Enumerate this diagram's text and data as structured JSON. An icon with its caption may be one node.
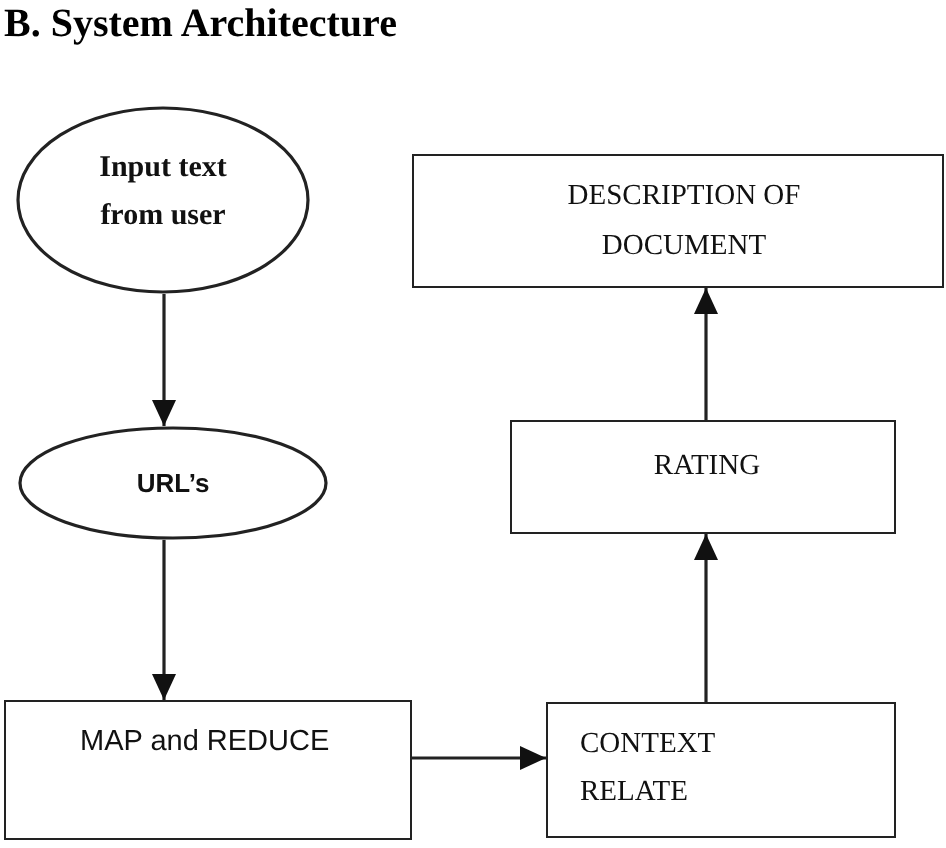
{
  "diagram": {
    "title": "B. System Architecture",
    "nodes": [
      {
        "text": [
          "Input text from user"
        ]
      },
      {
        "text": [
          "URL’s"
        ]
      },
      {
        "text": [
          "MAP and REDUCE"
        ]
      },
      {
        "text": [
          "CONTEXT RELATE"
        ]
      },
      {
        "text": [
          "RATING"
        ]
      },
      {
        "text": [
          "DESCRIPTION OF DOCUMENT"
        ]
      }
    ],
    "edges": [
      {
        "from": 0,
        "to": 1,
        "arrow": "to"
      },
      {
        "from": 1,
        "to": 2,
        "arrow": "to"
      },
      {
        "from": 2,
        "to": 3,
        "arrow": "to"
      },
      {
        "from": 3,
        "to": 4,
        "arrow": "to"
      },
      {
        "from": 4,
        "to": 5,
        "arrow": "to"
      }
    ]
  }
}
